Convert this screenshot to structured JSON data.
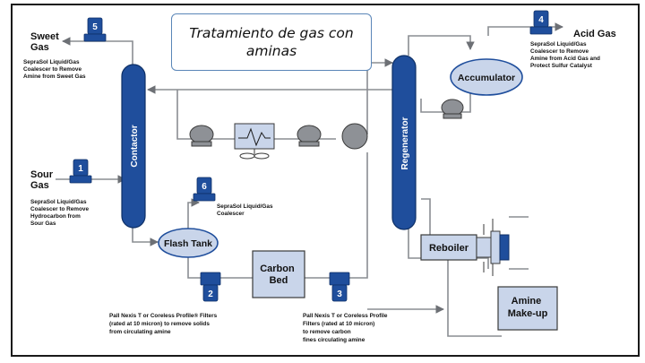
{
  "title": "Tratamiento de gas con\naminas",
  "streams": {
    "sweet_gas": "Sweet\nGas",
    "sour_gas": "Sour\nGas",
    "acid_gas": "Acid Gas"
  },
  "vessels": {
    "contactor": "Contactor",
    "regenerator": "Regenerator",
    "accumulator": "Accumulator",
    "flash_tank": "Flash Tank",
    "carbon_bed": "Carbon\nBed",
    "reboiler": "Reboiler",
    "amine_makeup": "Amine\nMake-up"
  },
  "badges": [
    "1",
    "2",
    "3",
    "4",
    "5",
    "6"
  ],
  "notes": {
    "n5": [
      "SepraSol Liquid/Gas",
      "Coalescer to Remove",
      "Amine from Sweet Gas"
    ],
    "n1": [
      "SepraSol Liquid/Gas",
      "Coalescer to Remove",
      "Hydrocarbon from",
      "Sour Gas"
    ],
    "n6": [
      "SepraSol Liquid/Gas",
      "Coalescer"
    ],
    "n4": [
      "SepraSol Liquid/Gas",
      "Coalescer to Remove",
      "Amine from Acid Gas and",
      "Protect Sulfur Catalyst"
    ],
    "n2": [
      "Pall Nexis T or Coreless Profile® Filters",
      "(rated at 10 micron) to remove solids",
      "from circulating amine"
    ],
    "n3": [
      "Pall Nexis T or Coreless Profile",
      "Filters (rated at 10 micron)",
      "to remove carbon",
      "fines circulating amine"
    ]
  },
  "colors": {
    "vessel": "#1f4e9c",
    "box_fill": "#c9d5ea",
    "pipe": "#8a8d92",
    "pump": "#8e9196",
    "title_border": "#5a86b8"
  }
}
